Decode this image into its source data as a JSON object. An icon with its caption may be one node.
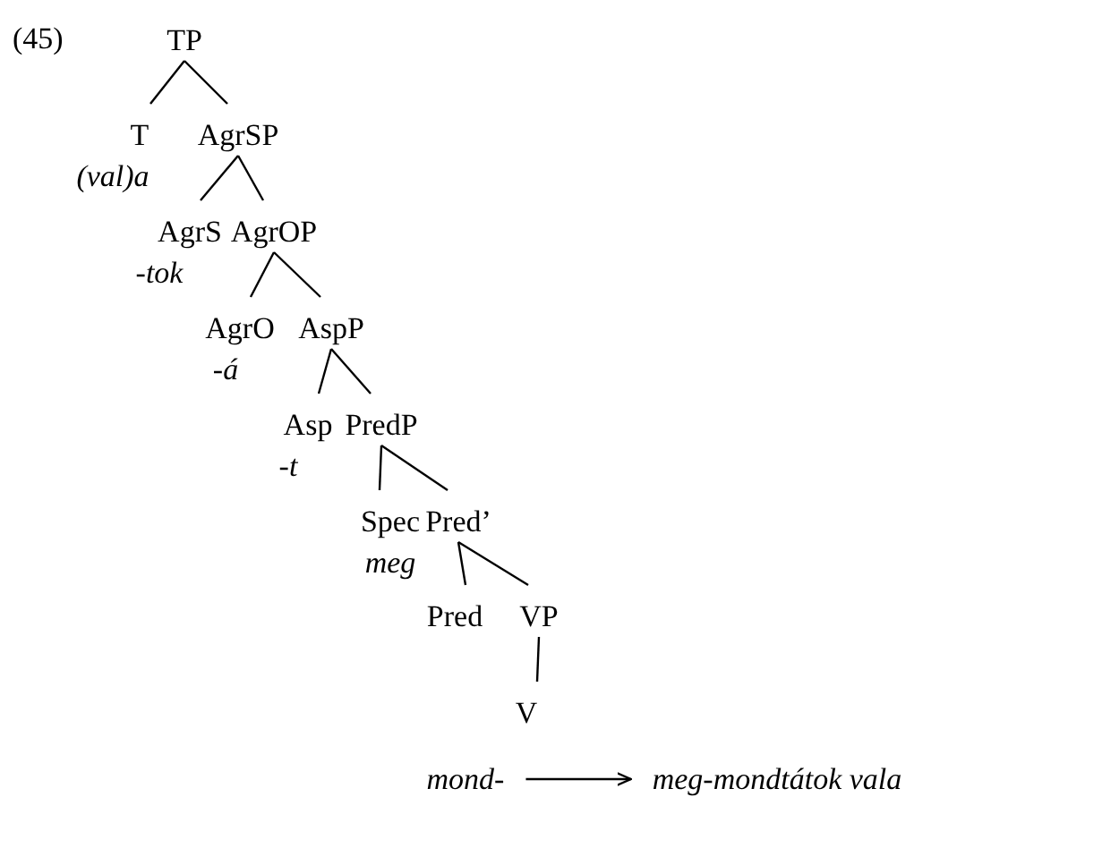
{
  "diagram": {
    "nodes": [
      {
        "text": [
          "TP"
        ]
      },
      {
        "text": [
          "T"
        ],
        "beside": [
          "(val)a"
        ]
      },
      {
        "text": [
          "AgrSP"
        ]
      },
      {
        "text": [
          "AgrS"
        ],
        "beside": [
          "-tok"
        ]
      },
      {
        "text": [
          "AgrOP"
        ]
      },
      {
        "text": [
          "AgrO"
        ],
        "beside": [
          "-á"
        ]
      },
      {
        "text": [
          "AspP"
        ]
      },
      {
        "text": [
          "Asp"
        ],
        "beside": [
          "-t"
        ]
      },
      {
        "text": [
          "PredP"
        ]
      },
      {
        "text": [
          "Spec"
        ],
        "beside": [
          "meg"
        ]
      },
      {
        "text": [
          "Pred’"
        ]
      },
      {
        "text": [
          "Pred"
        ]
      },
      {
        "text": [
          "VP"
        ]
      },
      {
        "text": [
          "V"
        ]
      },
      {
        "text": [
          "mond-"
        ]
      },
      {
        "text": [
          "meg-mondtátok vala"
        ]
      }
    ],
    "edges": [
      {
        "from": 0,
        "to": 1,
        "arrow": "none"
      },
      {
        "from": 0,
        "to": 2,
        "arrow": "none"
      },
      {
        "from": 2,
        "to": 3,
        "arrow": "none"
      },
      {
        "from": 2,
        "to": 4,
        "arrow": "none"
      },
      {
        "from": 4,
        "to": 5,
        "arrow": "none"
      },
      {
        "from": 4,
        "to": 6,
        "arrow": "none"
      },
      {
        "from": 6,
        "to": 7,
        "arrow": "none"
      },
      {
        "from": 6,
        "to": 8,
        "arrow": "none"
      },
      {
        "from": 8,
        "to": 9,
        "arrow": "none"
      },
      {
        "from": 8,
        "to": 10,
        "arrow": "none"
      },
      {
        "from": 10,
        "to": 11,
        "arrow": "none"
      },
      {
        "from": 10,
        "to": 12,
        "arrow": "none"
      },
      {
        "from": 12,
        "to": 13,
        "arrow": "none"
      },
      {
        "from": 14,
        "to": 15,
        "arrow": "to"
      }
    ],
    "labels": [
      "(45)"
    ]
  }
}
